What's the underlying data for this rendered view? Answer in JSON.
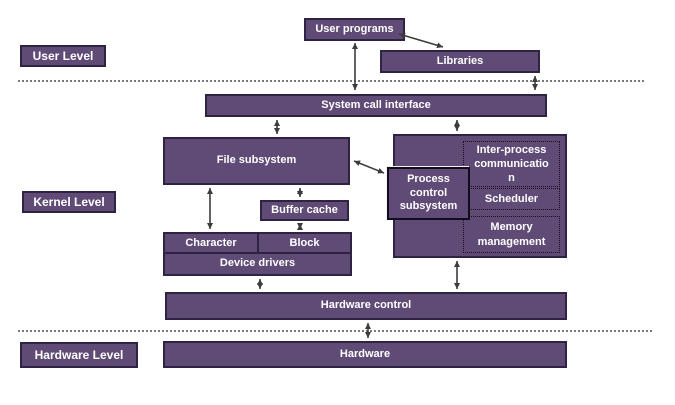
{
  "levels": {
    "user": "User Level",
    "kernel": "Kernel Level",
    "hardware": "Hardware Level"
  },
  "boxes": {
    "user_programs": "User programs",
    "libraries": "Libraries",
    "system_call_interface": "System call interface",
    "file_subsystem": "File subsystem",
    "buffer_cache": "Buffer cache",
    "character": "Character",
    "block": "Block",
    "device_drivers": "Device drivers",
    "process_control_subsystem_lines": [
      "Process",
      "control",
      "subsystem"
    ],
    "inter_process_communication_lines": [
      "Inter-process",
      "communicatio",
      "n"
    ],
    "scheduler": "Scheduler",
    "memory_management_lines": [
      "Memory",
      "management"
    ],
    "hardware_control": "Hardware control",
    "hardware": "Hardware"
  },
  "colors": {
    "box_fill": "#5f4b76",
    "box_border": "#2e2343",
    "process_control_border": "#120c1d",
    "text": "#ffffff",
    "arrow": "#3c3c3c",
    "separator": "#7a7a7a",
    "background": "#ffffff"
  }
}
